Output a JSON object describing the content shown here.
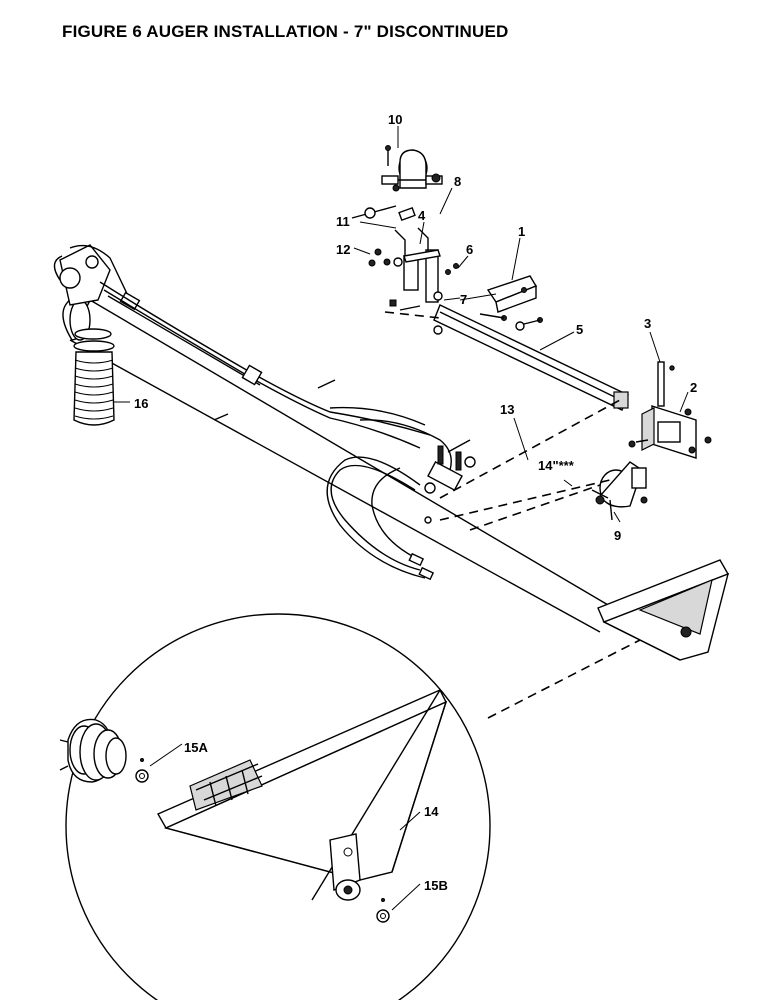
{
  "figure_title": "FIGURE 6 AUGER INSTALLATION - 7\" DISCONTINUED",
  "callouts": {
    "c1": "1",
    "c2": "2",
    "c3": "3",
    "c4": "4",
    "c5": "5",
    "c6": "6",
    "c7": "7",
    "c8": "8",
    "c9": "9",
    "c10": "10",
    "c11": "11",
    "c12": "12",
    "c13": "13",
    "c14a": "14\"***",
    "c14b": "14",
    "c15a": "15A",
    "c15b": "15B",
    "c16": "16"
  }
}
